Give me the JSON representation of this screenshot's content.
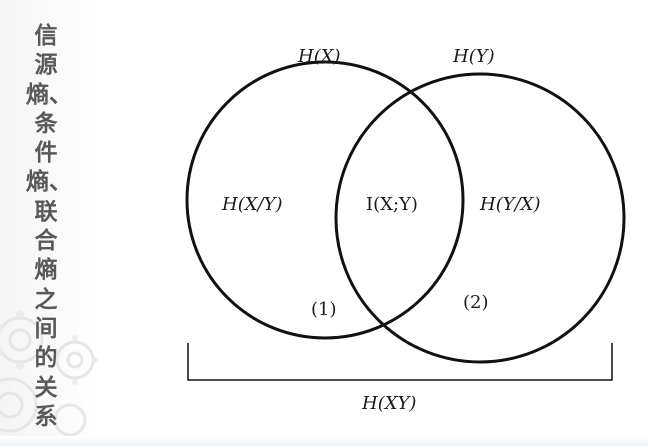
{
  "slide": {
    "title": "信源熵、条件熵、联合熵之间的关系"
  },
  "diagram": {
    "set_labels": {
      "hx": "H(X)",
      "hy": "H(Y)"
    },
    "regions": {
      "x_given_y": "H(X/Y)",
      "mutual": "I(X;Y)",
      "y_given_x": "H(Y/X)"
    },
    "markers": {
      "one": "(1)",
      "two": "(2)"
    },
    "joint_label": "H(XY)"
  }
}
